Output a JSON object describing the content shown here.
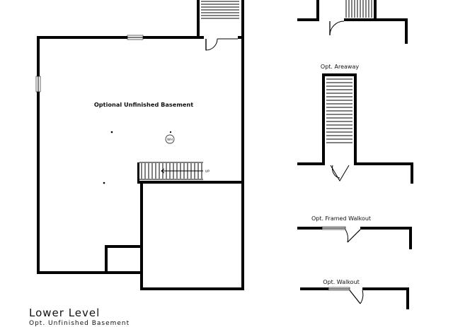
{
  "plan": {
    "room_label": "Optional Unfinished Basement",
    "water_heater_label": "WH",
    "stair_up_label": "UP",
    "option_labels": {
      "areaway": "Opt. Areaway",
      "framed_walkout": "Opt.  Framed Walkout",
      "walkout": "Opt.  Walkout"
    }
  },
  "footer": {
    "title": "Lower Level",
    "subtitle": "Opt. Unfinished Basement"
  }
}
